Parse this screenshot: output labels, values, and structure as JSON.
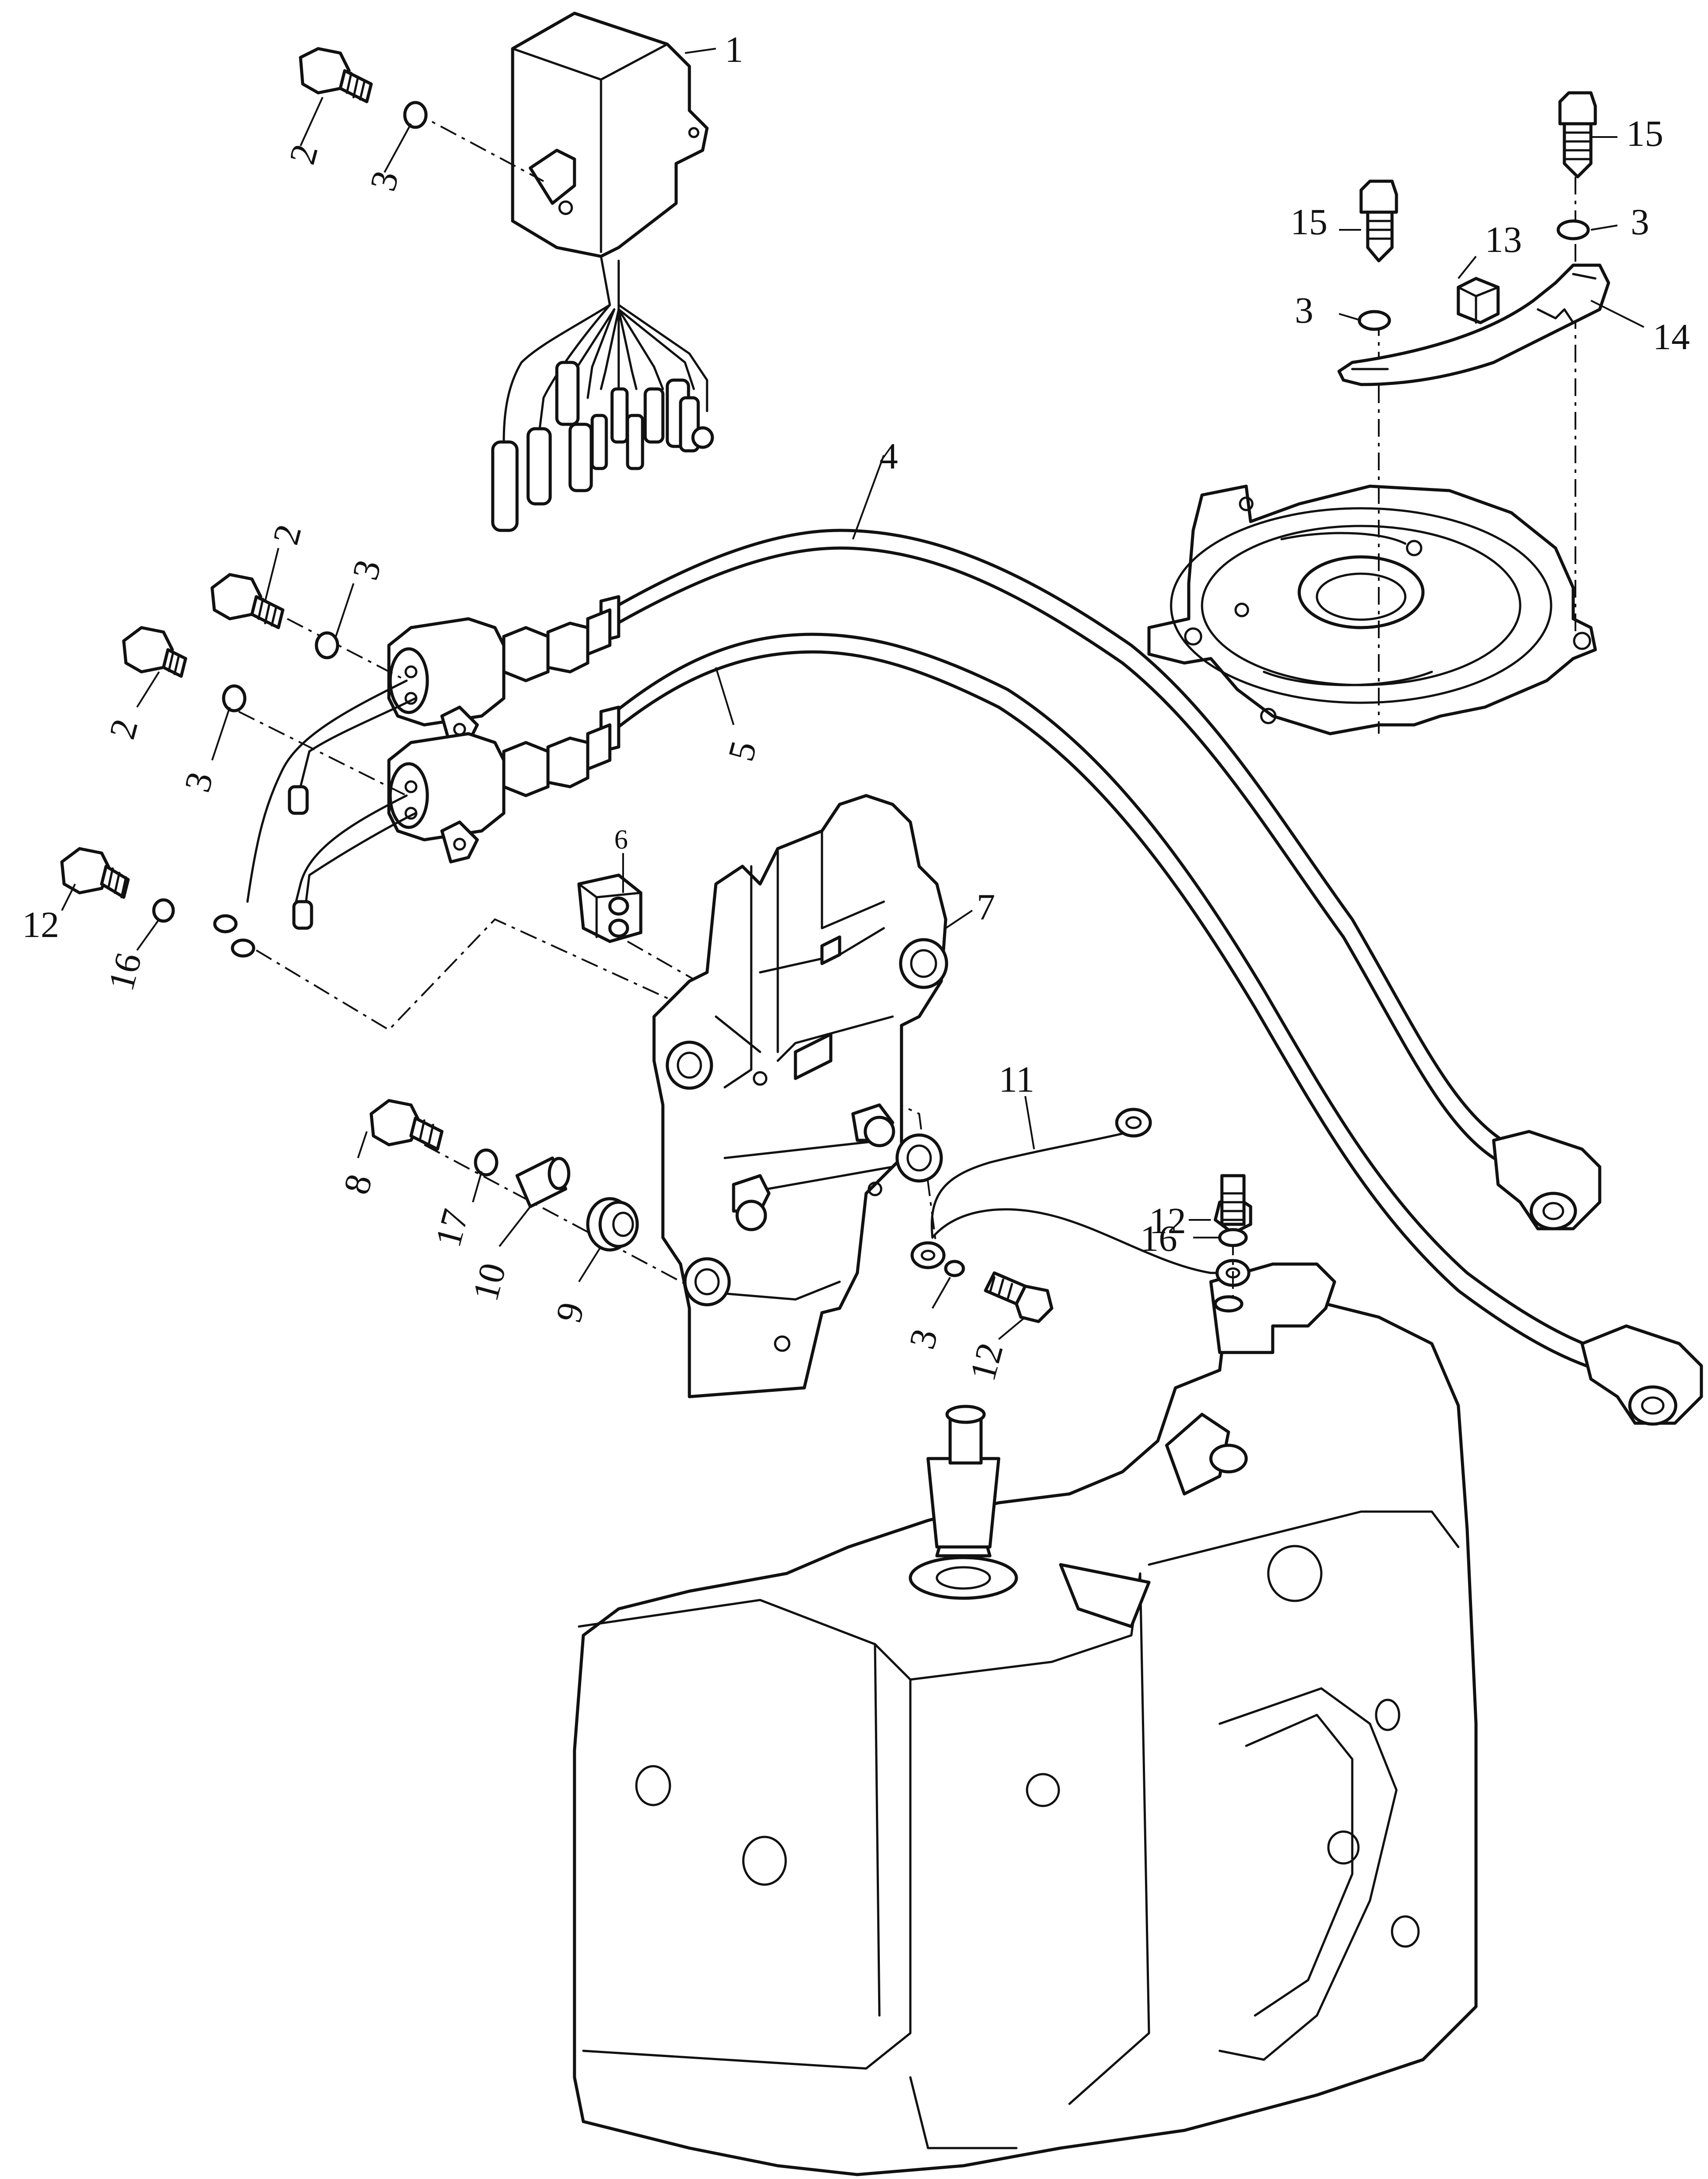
{
  "diagram": {
    "parts": [
      {
        "id": "ecu",
        "labels": [
          "1"
        ]
      },
      {
        "id": "bolt-ecu",
        "labels": [
          "2"
        ]
      },
      {
        "id": "washer-ecu",
        "labels": [
          "3"
        ]
      },
      {
        "id": "bolt-coil-upper",
        "labels": [
          "2"
        ]
      },
      {
        "id": "washer-coil-upper",
        "labels": [
          "3"
        ]
      },
      {
        "id": "bolt-coil-lower",
        "labels": [
          "2"
        ]
      },
      {
        "id": "washer-coil-lower",
        "labels": [
          "3"
        ]
      },
      {
        "id": "hv-lead-upper",
        "labels": [
          "4"
        ]
      },
      {
        "id": "hv-lead-lower",
        "labels": [
          "5"
        ]
      },
      {
        "id": "grommet",
        "labels": [
          "6"
        ]
      },
      {
        "id": "coil-bracket",
        "labels": [
          "7"
        ]
      },
      {
        "id": "bolt-bracket",
        "labels": [
          "8"
        ]
      },
      {
        "id": "rubber-mount",
        "labels": [
          "9"
        ]
      },
      {
        "id": "collar",
        "labels": [
          "10"
        ]
      },
      {
        "id": "ground-lead",
        "labels": [
          "11"
        ]
      },
      {
        "id": "bolt-ground-left",
        "labels": [
          "12"
        ]
      },
      {
        "id": "washer-ground-left",
        "labels": [
          "16"
        ]
      },
      {
        "id": "bolt-ground-mid",
        "labels": [
          "12"
        ]
      },
      {
        "id": "washer-ground-mid",
        "labels": [
          "3"
        ]
      },
      {
        "id": "bolt-ground-right",
        "labels": [
          "12"
        ]
      },
      {
        "id": "washer-ground-right",
        "labels": [
          "16"
        ]
      },
      {
        "id": "washer-bracket",
        "labels": [
          "17"
        ]
      },
      {
        "id": "damper",
        "labels": [
          "13"
        ]
      },
      {
        "id": "link-arm",
        "labels": [
          "14"
        ]
      },
      {
        "id": "bolt-stator-left",
        "labels": [
          "15"
        ]
      },
      {
        "id": "washer-stator-left",
        "labels": [
          "3"
        ]
      },
      {
        "id": "bolt-stator-right",
        "labels": [
          "15"
        ]
      },
      {
        "id": "washer-stator-right",
        "labels": [
          "3"
        ]
      }
    ]
  }
}
